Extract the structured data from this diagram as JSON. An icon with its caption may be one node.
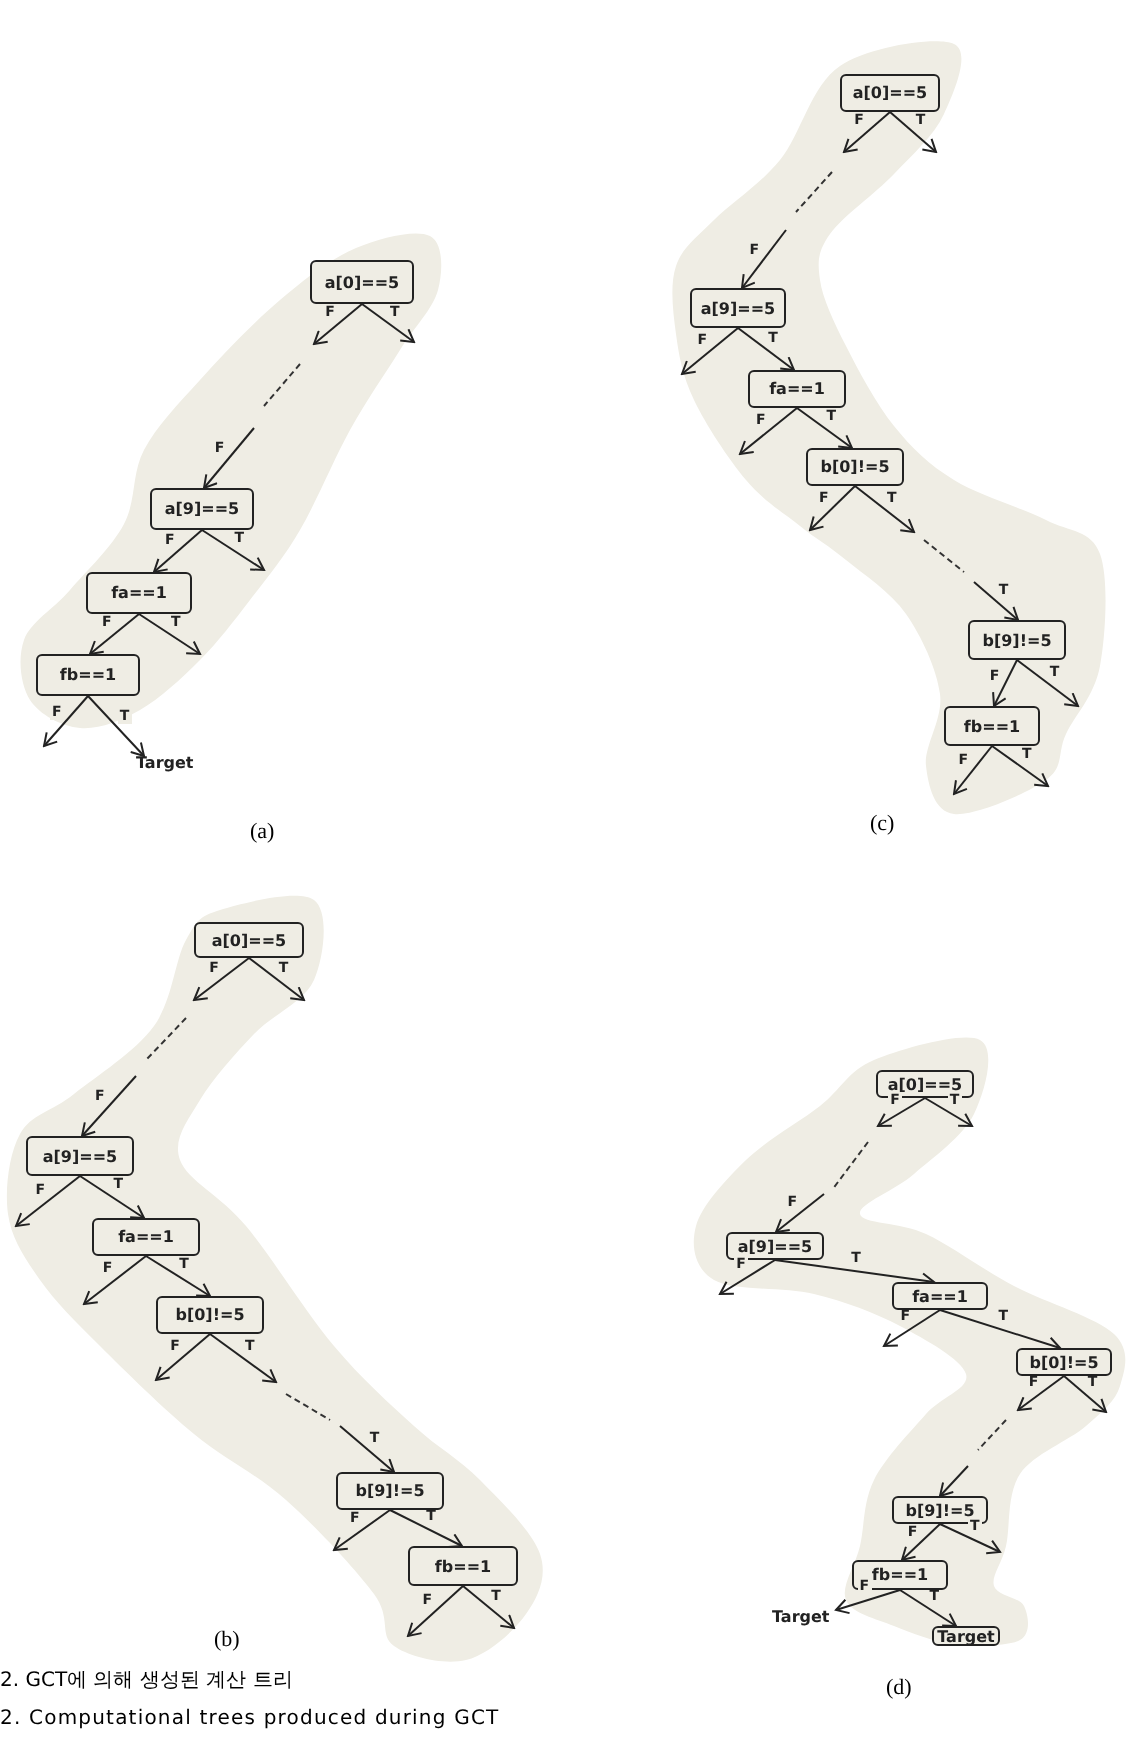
{
  "diagram": {
    "caption": "2. GCT에 의해 생성된 계산 트리",
    "nodes": [
      {
        "text": [],
        "shape": "region"
      },
      {
        "text": [
          "a[0]==5"
        ],
        "in": 0
      },
      {
        "text": [
          "a[9]==5"
        ],
        "in": 0
      },
      {
        "text": [
          "fa==1"
        ],
        "in": 0
      },
      {
        "text": [
          "fb==1"
        ],
        "in": 0
      },
      {
        "text": [
          "Target"
        ]
      },
      {
        "text": [],
        "shape": "region"
      },
      {
        "text": [
          "a[0]==5"
        ],
        "in": 6
      },
      {
        "text": [
          "a[9]==5"
        ],
        "in": 6
      },
      {
        "text": [
          "fa==1"
        ],
        "in": 6
      },
      {
        "text": [
          "b[0]!=5"
        ],
        "in": 6
      },
      {
        "text": [
          "b[9]!=5"
        ],
        "in": 6
      },
      {
        "text": [
          "fb==1"
        ],
        "in": 6
      },
      {
        "text": [],
        "shape": "region"
      },
      {
        "text": [
          "a[0]==5"
        ],
        "in": 13
      },
      {
        "text": [
          "a[9]==5"
        ],
        "in": 13
      },
      {
        "text": [
          "fa==1"
        ],
        "in": 13
      },
      {
        "text": [
          "b[0]!=5"
        ],
        "in": 13
      },
      {
        "text": [
          "b[9]!=5"
        ],
        "in": 13
      },
      {
        "text": [
          "fb==1"
        ],
        "in": 13
      },
      {
        "text": [],
        "shape": "region"
      },
      {
        "text": [
          "a[0]==5"
        ],
        "in": 20
      },
      {
        "text": [
          "a[9]==5"
        ],
        "in": 20
      },
      {
        "text": [
          "fa==1"
        ],
        "in": 20
      },
      {
        "text": [
          "b[0]!=5"
        ],
        "in": 20
      },
      {
        "text": [
          "b[9]!=5"
        ],
        "in": 20
      },
      {
        "text": [
          "fb==1"
        ],
        "in": 20
      },
      {
        "text": [
          "Target"
        ]
      },
      {
        "text": [
          "Target"
        ],
        "in": 20
      }
    ],
    "edges": [
      {
        "from": 1,
        "to": null,
        "arrow": "to",
        "label": "F"
      },
      {
        "from": 1,
        "to": null,
        "arrow": "to",
        "label": "T"
      },
      {
        "from": null,
        "to": 2,
        "arrow": "to",
        "label": "F"
      },
      {
        "from": 2,
        "to": 3,
        "arrow": "to",
        "label": "F"
      },
      {
        "from": 2,
        "to": null,
        "arrow": "to",
        "label": "T"
      },
      {
        "from": 3,
        "to": 4,
        "arrow": "to",
        "label": "F"
      },
      {
        "from": 3,
        "to": null,
        "arrow": "to",
        "label": "T"
      },
      {
        "from": 4,
        "to": null,
        "arrow": "to",
        "label": "F"
      },
      {
        "from": 4,
        "to": 5,
        "arrow": "to",
        "label": "T"
      },
      {
        "from": 7,
        "to": null,
        "arrow": "to",
        "label": "F"
      },
      {
        "from": 7,
        "to": null,
        "arrow": "to",
        "label": "T"
      },
      {
        "from": null,
        "to": 8,
        "arrow": "to",
        "label": "F"
      },
      {
        "from": 8,
        "to": null,
        "arrow": "to",
        "label": "F"
      },
      {
        "from": 8,
        "to": 9,
        "arrow": "to",
        "label": "T"
      },
      {
        "from": 9,
        "to": null,
        "arrow": "to",
        "label": "F"
      },
      {
        "from": 9,
        "to": 10,
        "arrow": "to",
        "label": "T"
      },
      {
        "from": 10,
        "to": null,
        "arrow": "to",
        "label": "F"
      },
      {
        "from": 10,
        "to": null,
        "arrow": "to",
        "label": "T"
      },
      {
        "from": null,
        "to": 11,
        "arrow": "to",
        "label": "T"
      },
      {
        "from": 11,
        "to": 12,
        "arrow": "to",
        "label": "F"
      },
      {
        "from": 11,
        "to": null,
        "arrow": "to",
        "label": "T"
      },
      {
        "from": 12,
        "to": null,
        "arrow": "to",
        "label": "F"
      },
      {
        "from": 12,
        "to": null,
        "arrow": "to",
        "label": "T"
      },
      {
        "from": 14,
        "to": null,
        "arrow": "to",
        "label": "F"
      },
      {
        "from": 14,
        "to": null,
        "arrow": "to",
        "label": "T"
      },
      {
        "from": null,
        "to": 15,
        "arrow": "to",
        "label": "F"
      },
      {
        "from": 15,
        "to": null,
        "arrow": "to",
        "label": "F"
      },
      {
        "from": 15,
        "to": 16,
        "arrow": "to",
        "label": "T"
      },
      {
        "from": 16,
        "to": null,
        "arrow": "to",
        "label": "F"
      },
      {
        "from": 16,
        "to": 17,
        "arrow": "to",
        "label": "T"
      },
      {
        "from": 17,
        "to": null,
        "arrow": "to",
        "label": "F"
      },
      {
        "from": 17,
        "to": null,
        "arrow": "to",
        "label": "T"
      },
      {
        "from": null,
        "to": 18,
        "arrow": "to",
        "label": "T"
      },
      {
        "from": 18,
        "to": null,
        "arrow": "to",
        "label": "F"
      },
      {
        "from": 18,
        "to": 19,
        "arrow": "to",
        "label": "T"
      },
      {
        "from": 19,
        "to": null,
        "arrow": "to",
        "label": "F"
      },
      {
        "from": 19,
        "to": null,
        "arrow": "to",
        "label": "T"
      },
      {
        "from": 21,
        "to": null,
        "arrow": "to",
        "label": "F"
      },
      {
        "from": 21,
        "to": null,
        "arrow": "to",
        "label": "T"
      },
      {
        "from": null,
        "to": 22,
        "arrow": "to",
        "label": "F"
      },
      {
        "from": 22,
        "to": null,
        "arrow": "to",
        "label": "F"
      },
      {
        "from": 22,
        "to": 23,
        "arrow": "to",
        "label": "T"
      },
      {
        "from": 23,
        "to": null,
        "arrow": "to",
        "label": "F"
      },
      {
        "from": 23,
        "to": 24,
        "arrow": "to",
        "label": "T"
      },
      {
        "from": 24,
        "to": null,
        "arrow": "to",
        "label": "F"
      },
      {
        "from": 24,
        "to": null,
        "arrow": "to",
        "label": "T"
      },
      {
        "from": null,
        "to": 25,
        "arrow": "to"
      },
      {
        "from": 25,
        "to": 26,
        "arrow": "to",
        "label": "F"
      },
      {
        "from": 25,
        "to": null,
        "arrow": "to",
        "label": "T"
      },
      {
        "from": 26,
        "to": 27,
        "arrow": "to",
        "label": "F"
      },
      {
        "from": 26,
        "to": 28,
        "arrow": "to",
        "label": "T"
      }
    ],
    "labels": [
      "(a)",
      "(c)",
      "(b)",
      "(d)",
      "2. Computational trees produced during GCT"
    ]
  }
}
